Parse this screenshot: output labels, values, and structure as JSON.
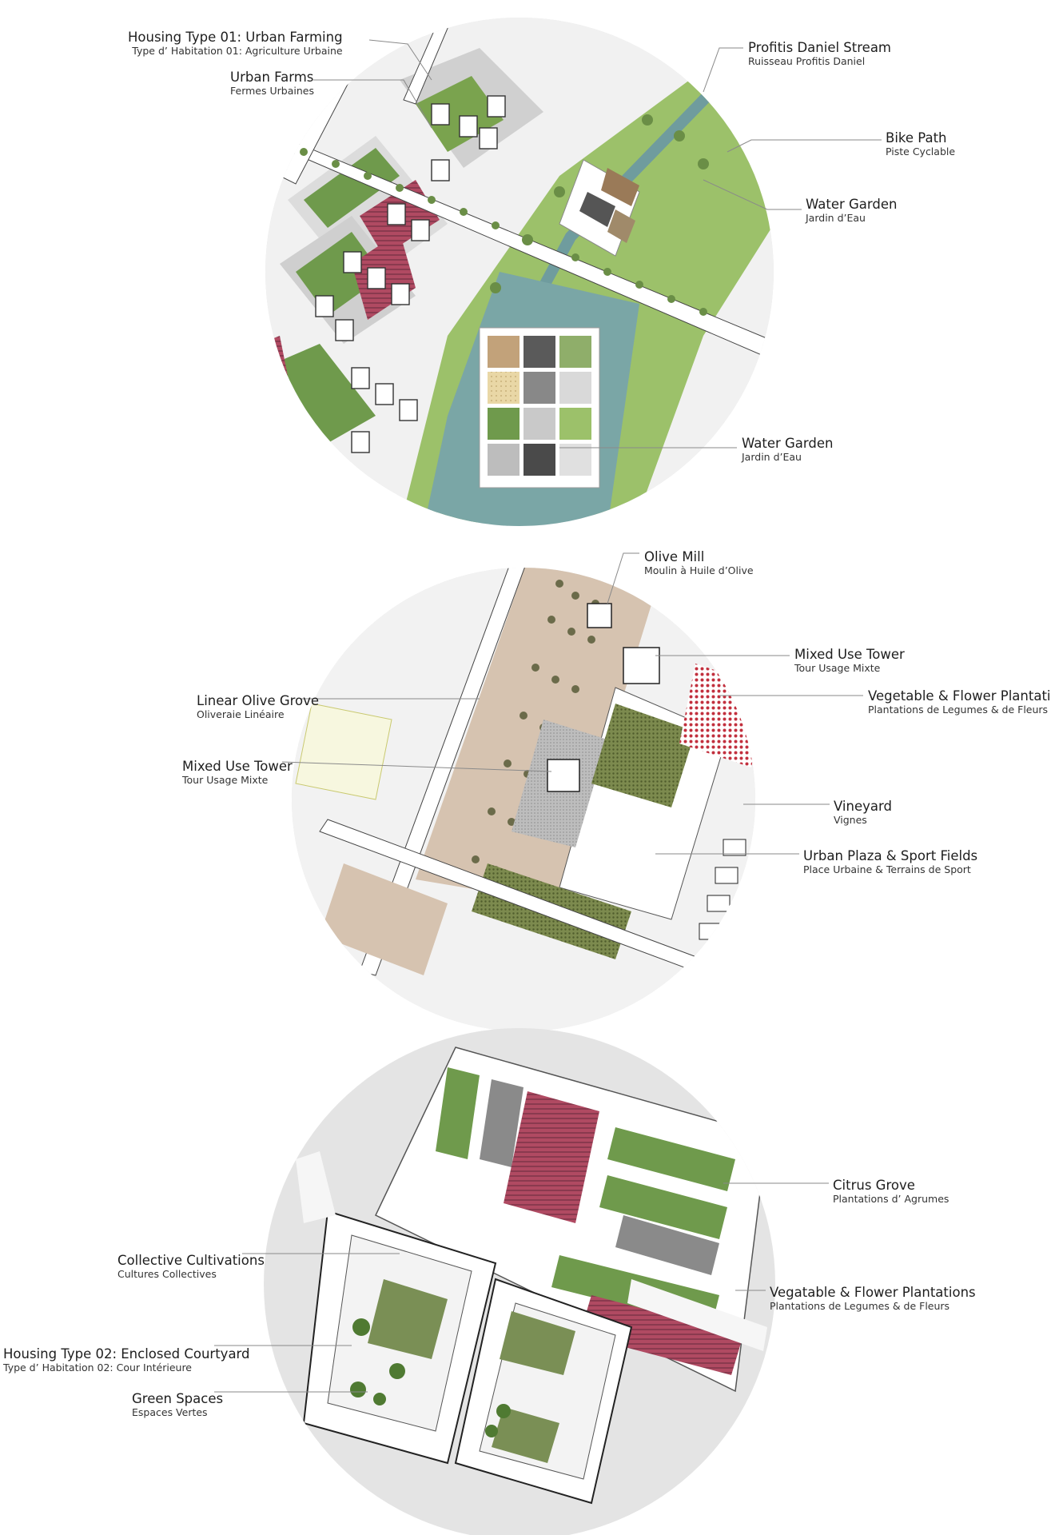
{
  "colors": {
    "background": "#ffffff",
    "halo": "#e4e4e4",
    "road": "#f4f4f4",
    "lawn": "#9cc16a",
    "water": "#7aa6a6",
    "farm_red": "#a8435b",
    "field_green": "#6f9a4c",
    "tree": "#5f8b3a",
    "olive": "#5a5a3c",
    "plaza": "#c9c9c9",
    "building": "#ffffff",
    "leader": "#8a8a8a"
  },
  "panels": [
    {
      "id": "top",
      "labels": [
        {
          "id": "housing-type-01",
          "en": "Housing Type 01: Urban Farming",
          "fr": "Type d’ Habitation 01: Agriculture Urbaine"
        },
        {
          "id": "urban-farms",
          "en": "Urban Farms",
          "fr": "Fermes Urbaines"
        },
        {
          "id": "profitis-daniel-stream",
          "en": "Profitis Daniel Stream",
          "fr": "Ruisseau Profitis Daniel"
        },
        {
          "id": "bike-path",
          "en": "Bike Path",
          "fr": "Piste Cyclable"
        },
        {
          "id": "water-garden-1",
          "en": "Water Garden",
          "fr": "Jardin d’Eau"
        },
        {
          "id": "water-garden-2",
          "en": "Water Garden",
          "fr": "Jardin d’Eau"
        }
      ]
    },
    {
      "id": "middle",
      "labels": [
        {
          "id": "olive-mill",
          "en": "Olive Mill",
          "fr": "Moulin à Huile d’Olive"
        },
        {
          "id": "mixed-use-tower-1",
          "en": "Mixed Use Tower",
          "fr": "Tour Usage Mixte"
        },
        {
          "id": "vegetable-flower-1",
          "en": "Vegetable & Flower Plantations",
          "fr": "Plantations de Legumes & de Fleurs"
        },
        {
          "id": "linear-olive-grove",
          "en": "Linear Olive Grove",
          "fr": "Oliveraie Linéaire"
        },
        {
          "id": "mixed-use-tower-2",
          "en": "Mixed Use Tower",
          "fr": "Tour Usage Mixte"
        },
        {
          "id": "vineyard",
          "en": "Vineyard",
          "fr": "Vignes"
        },
        {
          "id": "urban-plaza",
          "en": "Urban Plaza & Sport Fields",
          "fr": "Place Urbaine & Terrains de Sport"
        }
      ]
    },
    {
      "id": "bottom",
      "labels": [
        {
          "id": "citrus-grove",
          "en": "Citrus Grove",
          "fr": "Plantations d’ Agrumes"
        },
        {
          "id": "collective-cultivations",
          "en": "Collective Cultivations",
          "fr": "Cultures Collectives"
        },
        {
          "id": "vegetable-flower-2",
          "en": "Vegatable & Flower Plantations",
          "fr": "Plantations de Legumes & de Fleurs"
        },
        {
          "id": "housing-type-02",
          "en": "Housing Type 02: Enclosed Courtyard",
          "fr": "Type d’ Habitation 02: Cour Intérieure"
        },
        {
          "id": "green-spaces",
          "en": "Green Spaces",
          "fr": "Espaces Vertes"
        }
      ]
    }
  ]
}
